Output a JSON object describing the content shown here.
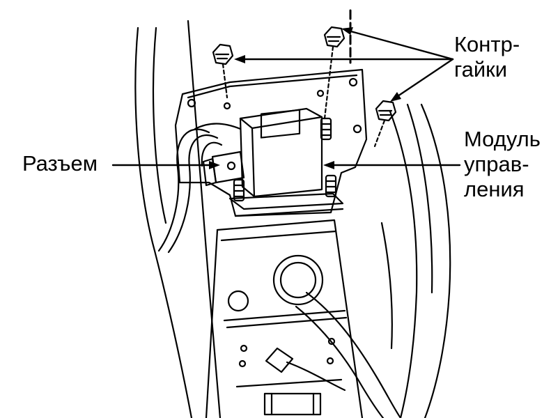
{
  "labels": {
    "locknuts": [
      "Контр-",
      "гайки"
    ],
    "connector": "Разъем",
    "control_module": [
      "Модуль",
      "управ-",
      "ления"
    ]
  }
}
